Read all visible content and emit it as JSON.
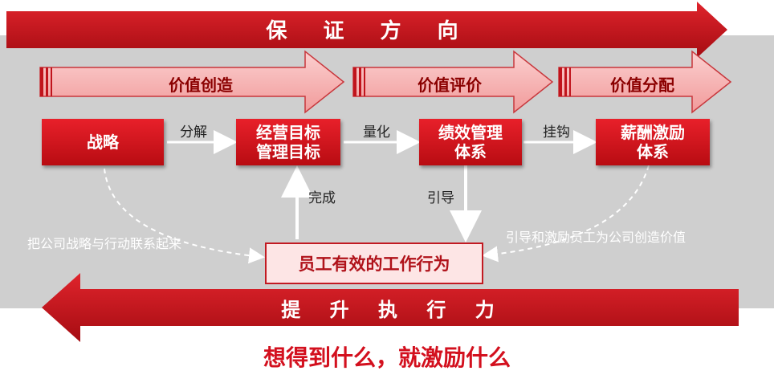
{
  "top_banner": {
    "text": "保 证 方 向"
  },
  "value_arrows": [
    {
      "label": "价值创造"
    },
    {
      "label": "价值评价"
    },
    {
      "label": "价值分配"
    }
  ],
  "boxes": {
    "strategy": "战略",
    "target": "经营目标\n管理目标",
    "performance": "绩效管理\n体系",
    "compensation": "薪酬激励\n体系"
  },
  "connectors": {
    "decompose": "分解",
    "quantify": "量化",
    "link": "挂钩",
    "complete": "完成",
    "guide": "引导"
  },
  "notes": {
    "left": "把公司战略与行动联系起来",
    "right": "引导和激励员工为公司创造价值"
  },
  "employee_box": "员工有效的工作行为",
  "bottom_banner": {
    "text": "提 升 执 行 力"
  },
  "slogan": "想得到什么，就激励什么",
  "colors": {
    "banner_red": "#c0141c",
    "arrow_pink": "#f6b3b3",
    "box_red": "#d4161f",
    "text_dark_red": "#8b0000",
    "band_gray": "#cfcfcf"
  }
}
